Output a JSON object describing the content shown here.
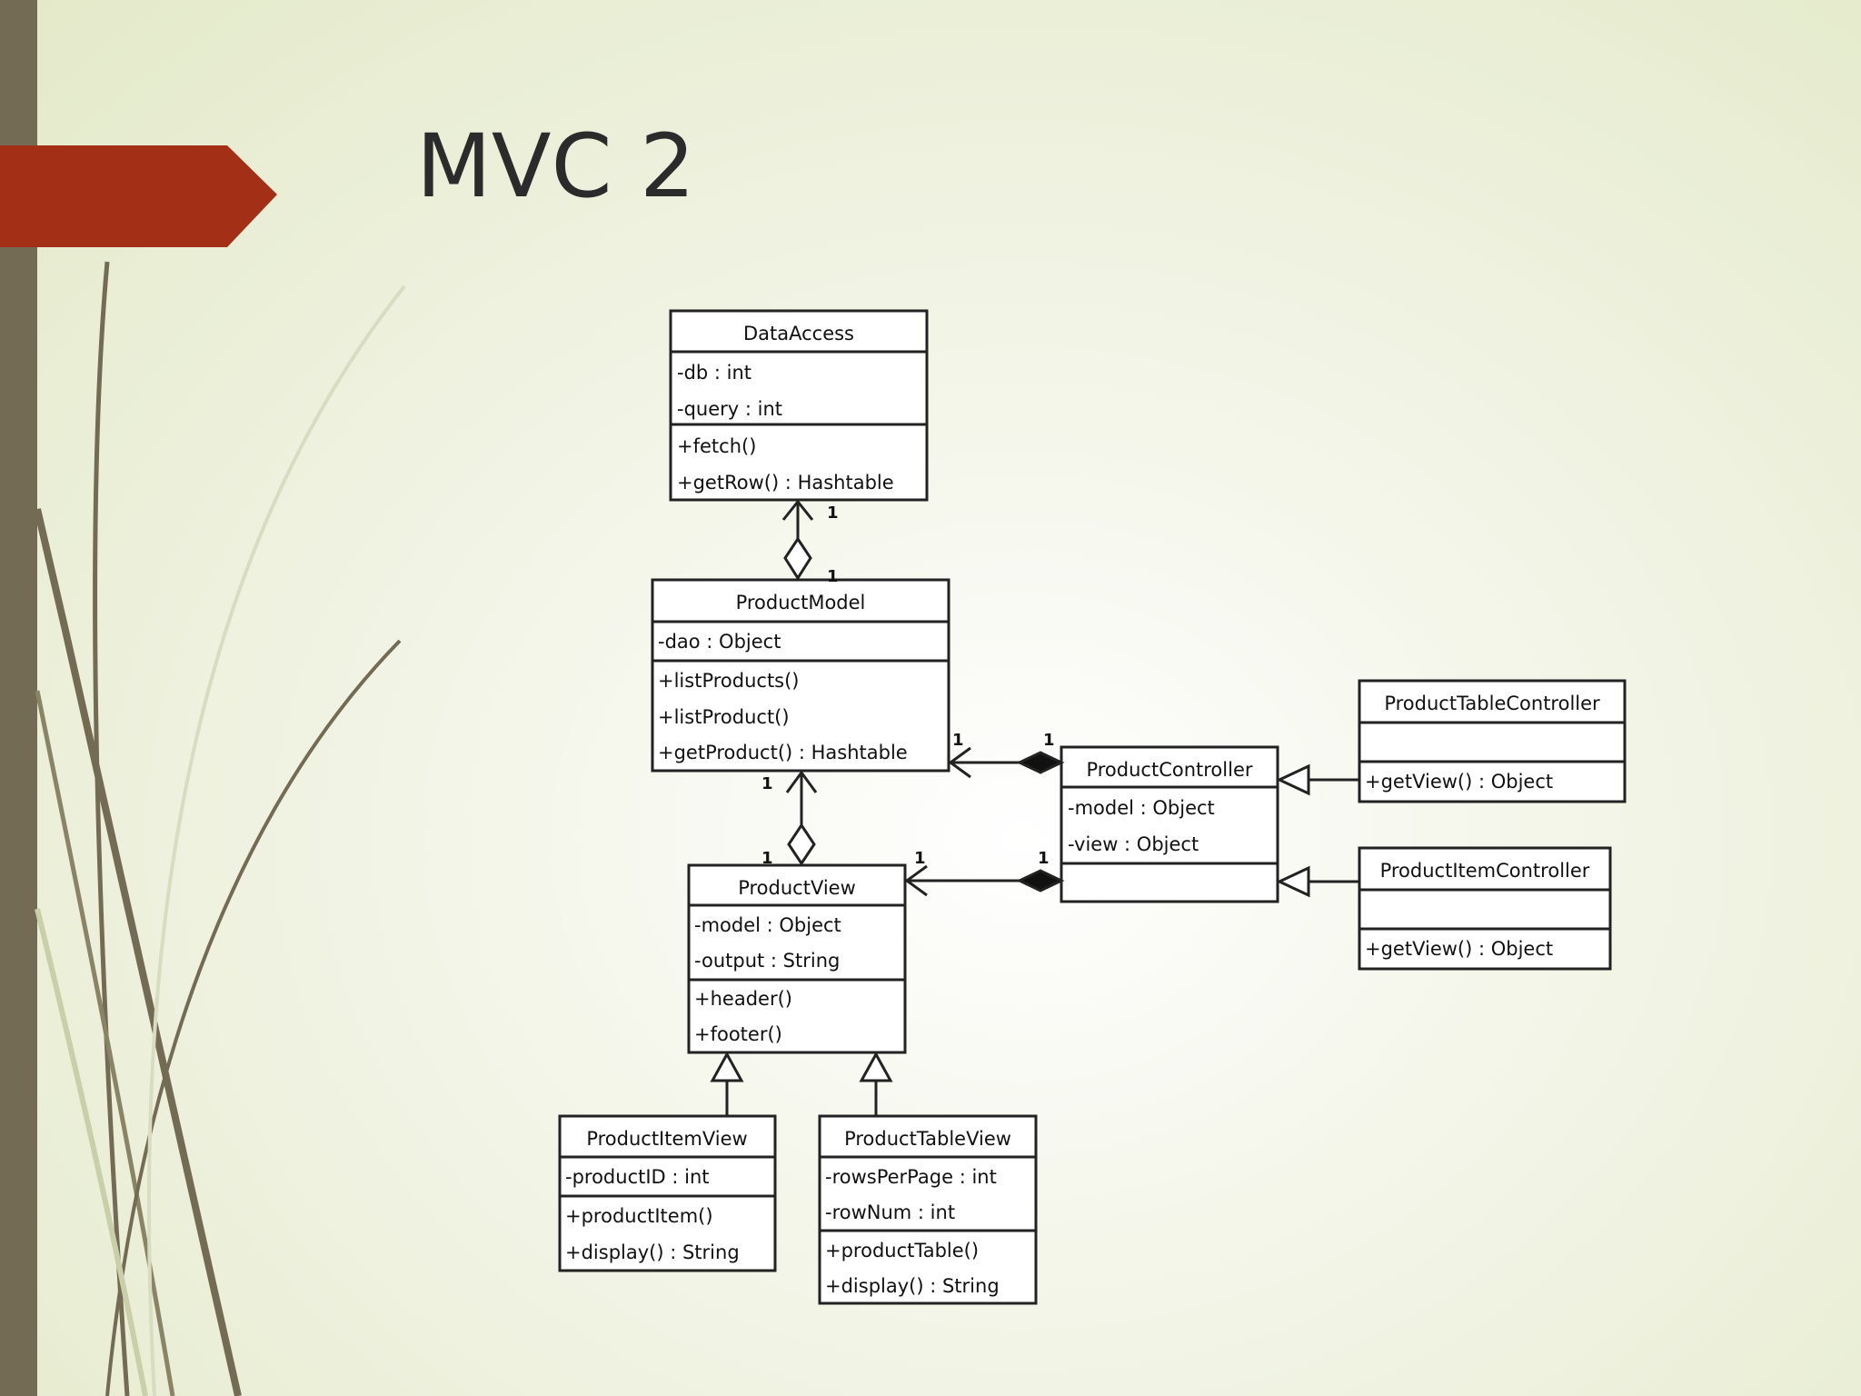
{
  "slide": {
    "title": "MVC 2",
    "colors": {
      "accent_arrow": "#a32f17",
      "left_bar": "#736b53",
      "background": "#eef1dc"
    }
  },
  "diagram": {
    "classes": {
      "data_access": {
        "name": "DataAccess",
        "attributes": [
          "-db : int",
          "-query : int"
        ],
        "methods": [
          "+fetch()",
          "+getRow() : Hashtable"
        ]
      },
      "product_model": {
        "name": "ProductModel",
        "attributes": [
          "-dao : Object"
        ],
        "methods": [
          "+listProducts()",
          "+listProduct()",
          "+getProduct() : Hashtable"
        ]
      },
      "product_controller": {
        "name": "ProductController",
        "attributes": [
          "-model : Object",
          "-view : Object"
        ],
        "methods": []
      },
      "product_table_controller": {
        "name": "ProductTableController",
        "attributes": [],
        "methods": [
          "+getView() : Object"
        ]
      },
      "product_item_controller": {
        "name": "ProductItemController",
        "attributes": [],
        "methods": [
          "+getView() : Object"
        ]
      },
      "product_view": {
        "name": "ProductView",
        "attributes": [
          "-model : Object",
          "-output : String"
        ],
        "methods": [
          "+header()",
          "+footer()"
        ]
      },
      "product_item_view": {
        "name": "ProductItemView",
        "attributes": [
          "-productID : int"
        ],
        "methods": [
          "+productItem()",
          "+display() : String"
        ]
      },
      "product_table_view": {
        "name": "ProductTableView",
        "attributes": [
          "-rowsPerPage : int",
          "-rowNum : int"
        ],
        "methods": [
          "+productTable()",
          "+display() : String"
        ]
      }
    },
    "multiplicities": {
      "dao_top": "1",
      "dao_bottom": "1",
      "model_ctrl_model": "1",
      "model_ctrl_ctrl": "1",
      "view_model_model": "1",
      "view_model_view": "1",
      "view_ctrl_view": "1",
      "view_ctrl_ctrl": "1"
    }
  }
}
